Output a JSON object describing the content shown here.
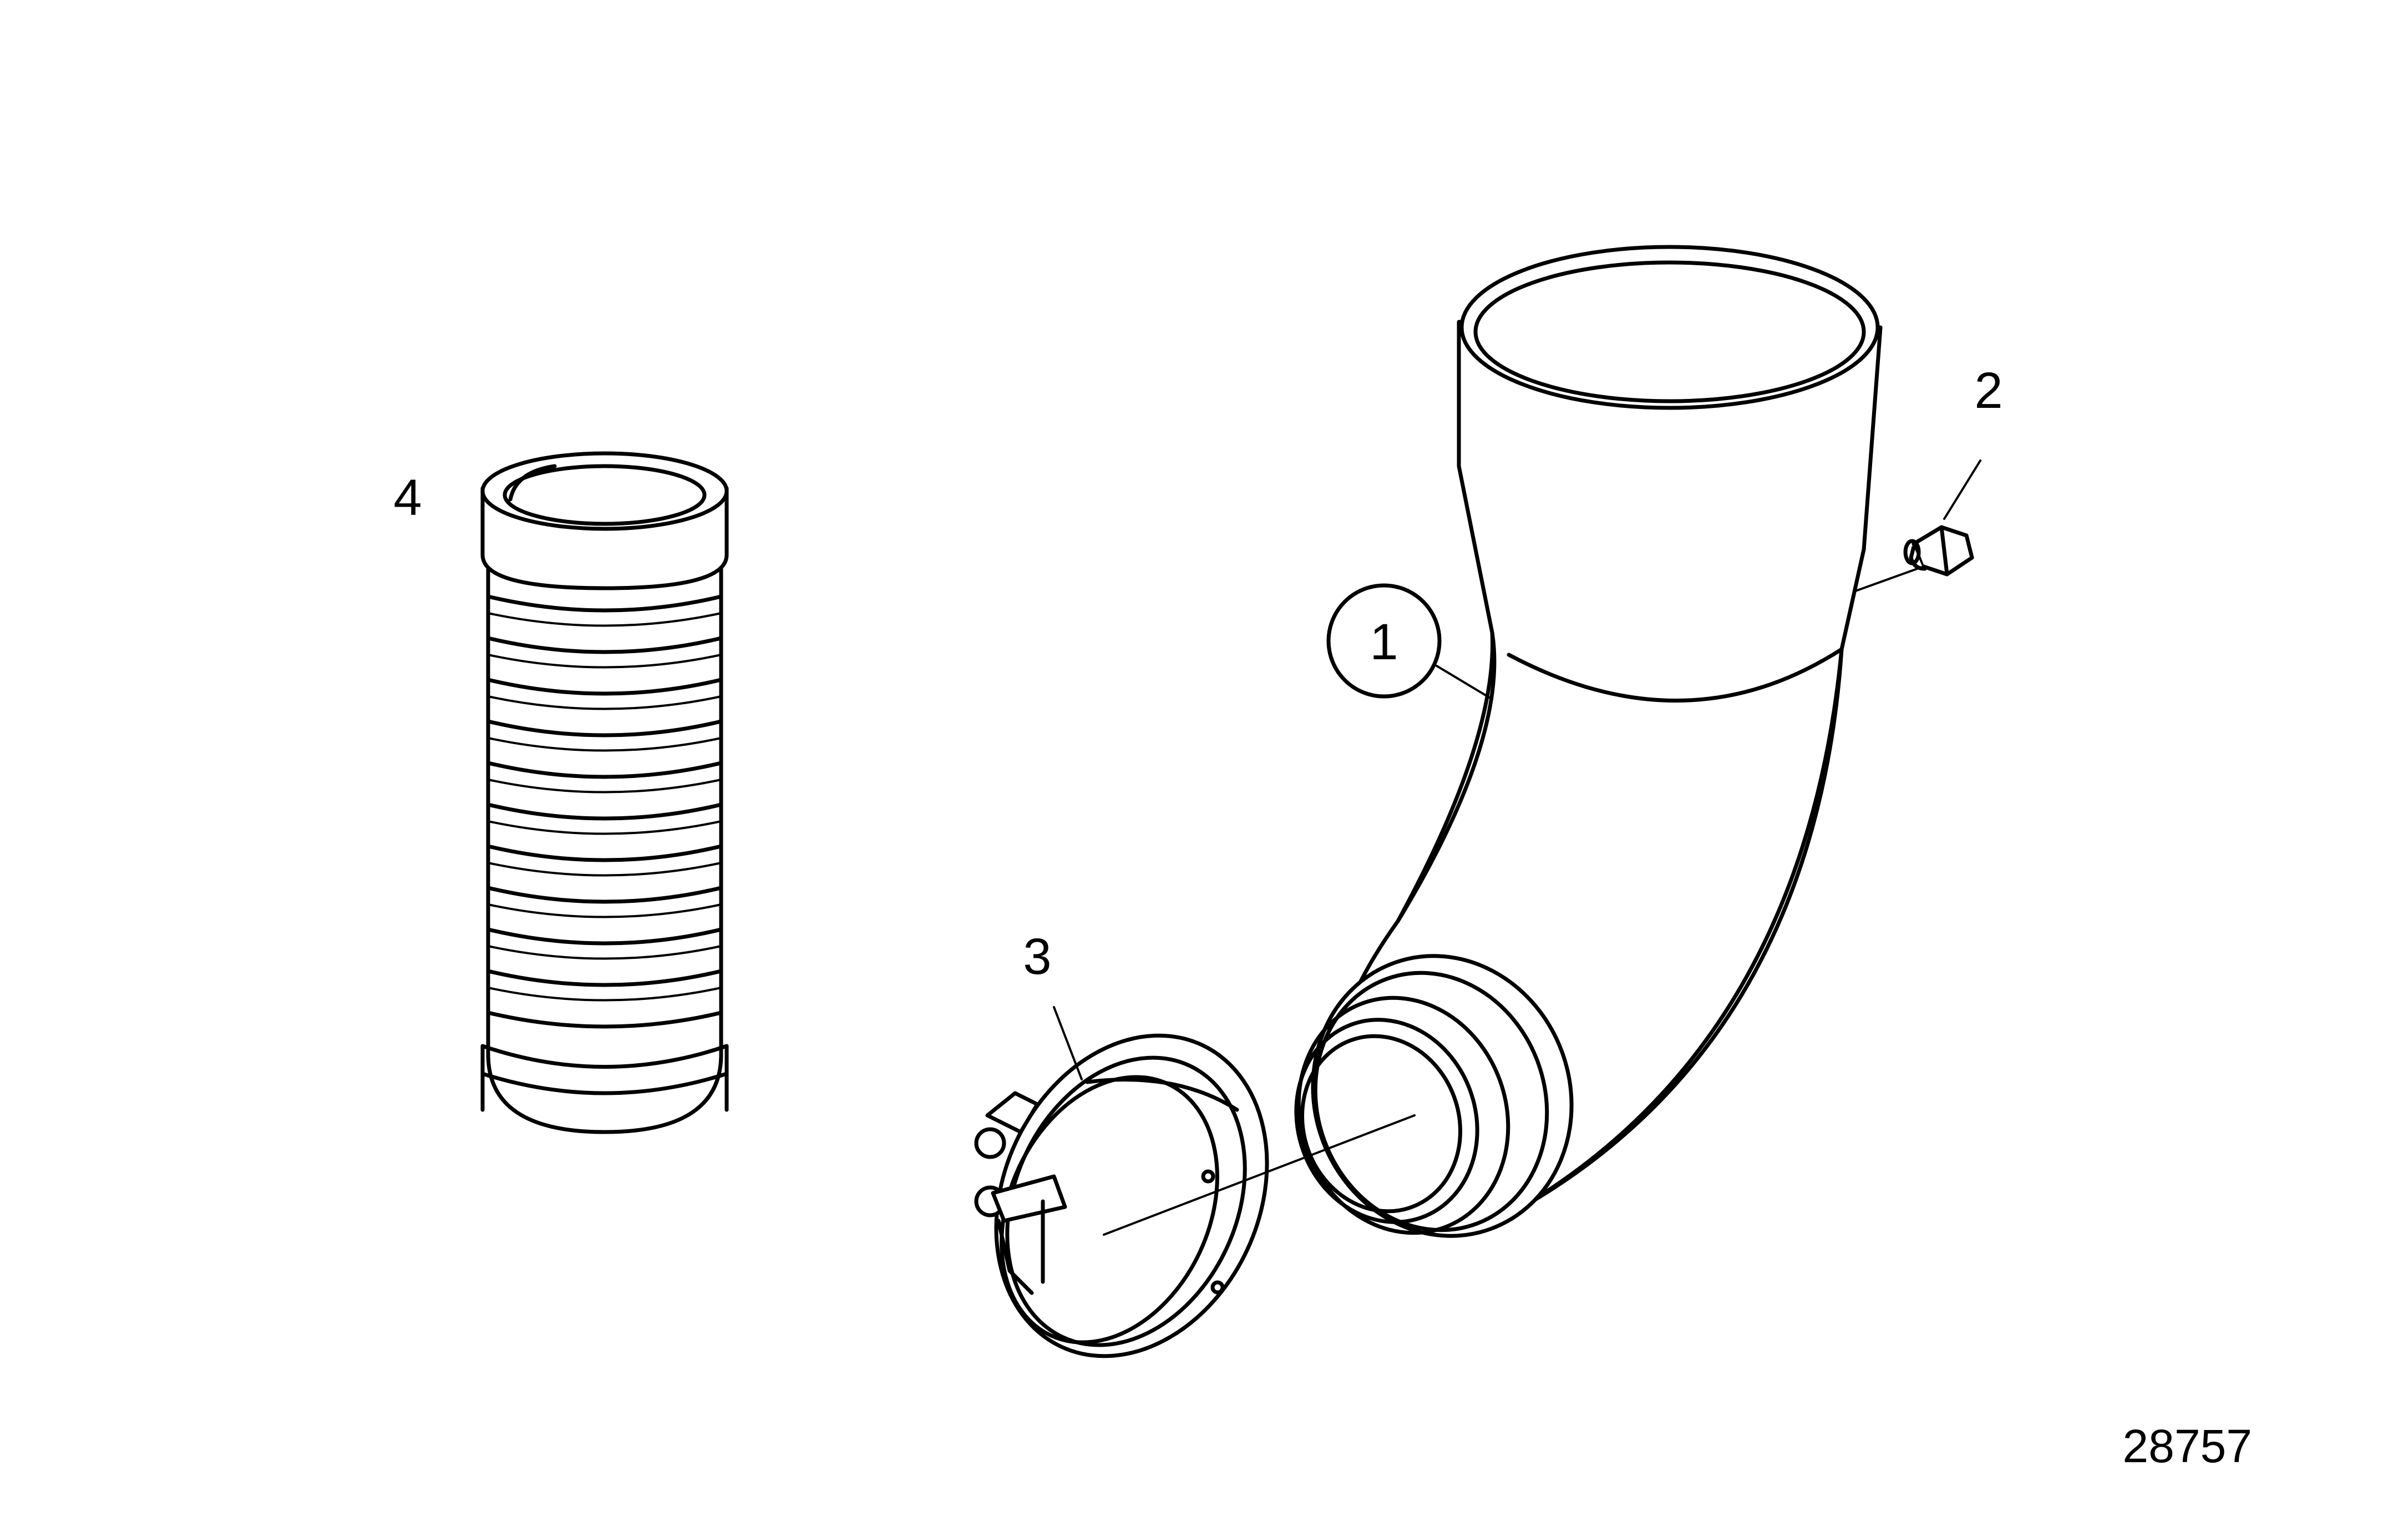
{
  "callouts": {
    "item1": "1",
    "item2": "2",
    "item3": "3",
    "item4": "4"
  },
  "figure_number": "28757",
  "parts": [
    {
      "label": "1",
      "name": "elbow-pipe"
    },
    {
      "label": "2",
      "name": "plug-nipple"
    },
    {
      "label": "3",
      "name": "v-band-clamp"
    },
    {
      "label": "4",
      "name": "flexible-bellows"
    }
  ],
  "colors": {
    "line": "#000000",
    "background": "#ffffff"
  }
}
